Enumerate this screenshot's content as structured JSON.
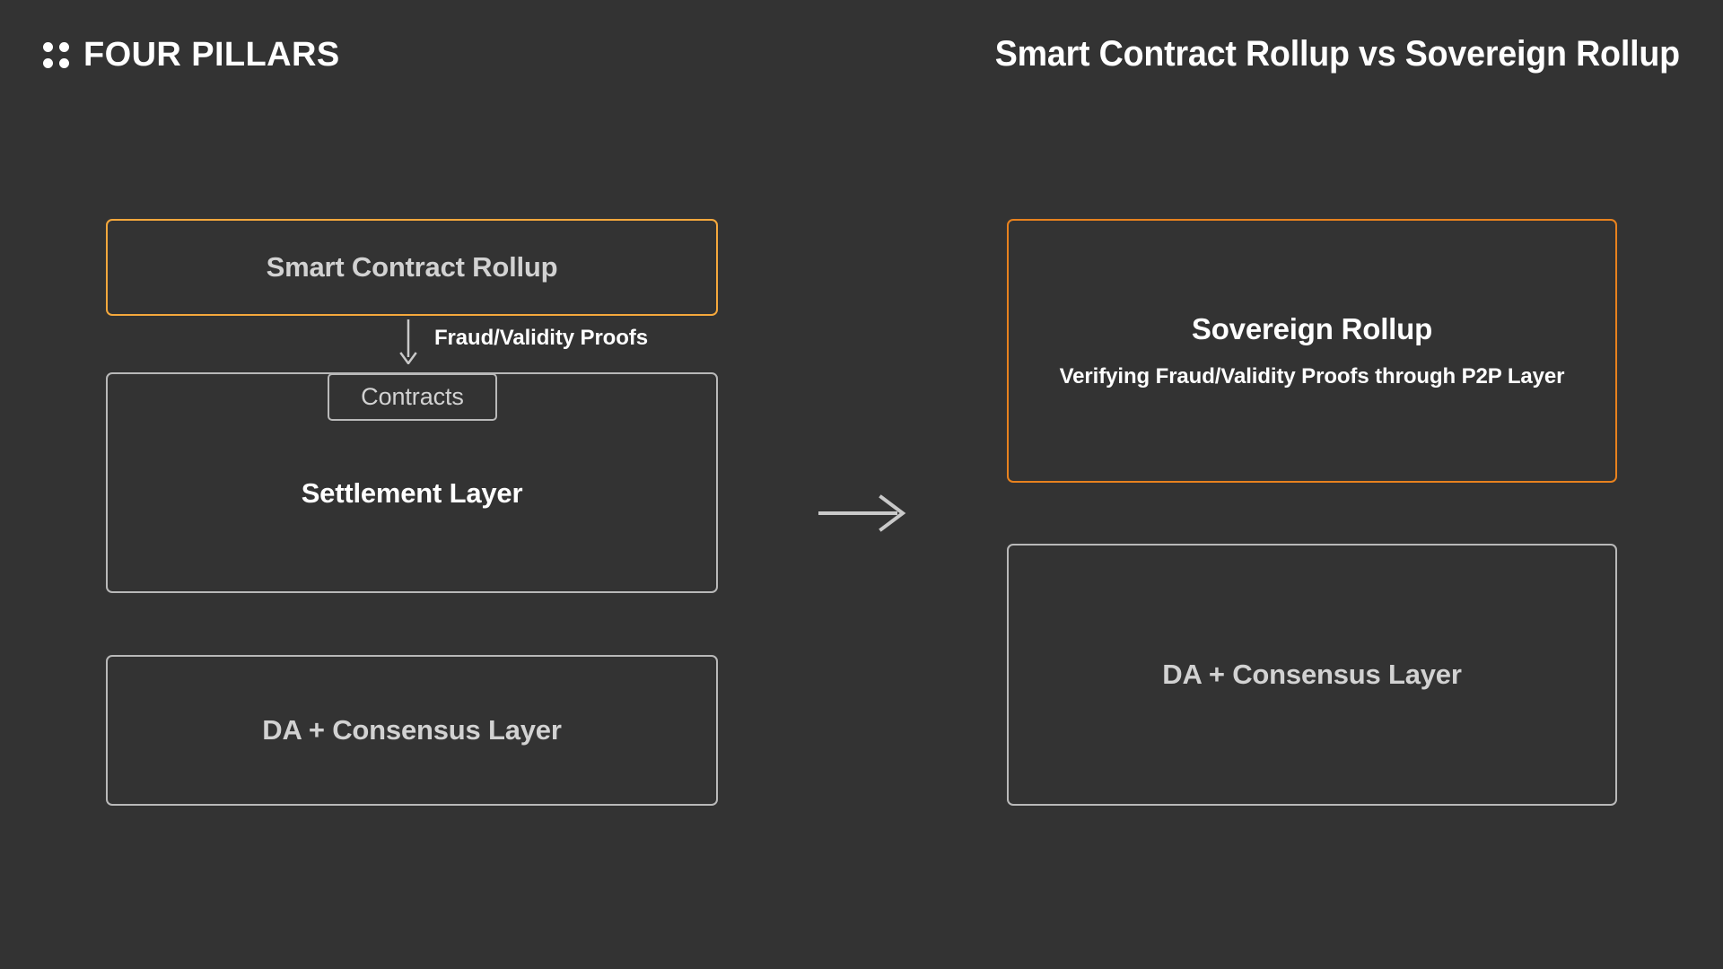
{
  "page": {
    "background_color": "#333333"
  },
  "header": {
    "brand_name": "FOUR PILLARS",
    "logo_icon": "four-dots-icon",
    "title": "Smart Contract Rollup vs Sovereign Rollup"
  },
  "colors": {
    "background": "#333333",
    "amber_border": "#f5a83c",
    "orange_border": "#e8821e",
    "gray_border": "#b9b9b9",
    "gray_text": "#d2d2d2",
    "white_text": "#ffffff",
    "arrow": "#c9c9c9"
  },
  "diagram": {
    "left_column": {
      "rollup_box": {
        "label": "Smart Contract Rollup",
        "border_color": "#f5a83c"
      },
      "connector": {
        "arrow_icon": "arrow-down-icon",
        "label": "Fraud/Validity Proofs"
      },
      "settlement_box": {
        "label": "Settlement Layer",
        "chip_label": "Contracts",
        "border_color": "#b9b9b9"
      },
      "da_box": {
        "label": "DA + Consensus Layer",
        "border_color": "#b9b9b9"
      }
    },
    "transition": {
      "arrow_icon": "arrow-right-icon"
    },
    "right_column": {
      "rollup_box": {
        "title": "Sovereign Rollup",
        "subtitle": "Verifying Fraud/Validity Proofs through P2P Layer",
        "border_color": "#e8821e"
      },
      "da_box": {
        "label": "DA + Consensus Layer",
        "border_color": "#b9b9b9"
      }
    }
  }
}
